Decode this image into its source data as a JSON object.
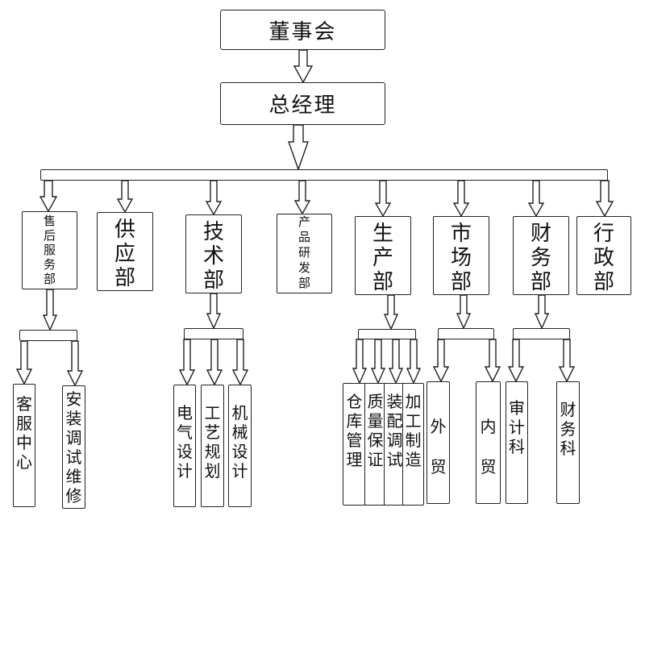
{
  "top": {
    "board": "董事会",
    "gm": "总经理"
  },
  "departments": [
    {
      "label": "售后服务部",
      "children": [
        "客服中心",
        "安装调试维修"
      ]
    },
    {
      "label": "供应部",
      "children": []
    },
    {
      "label": "技术部",
      "children": [
        "电气设计",
        "工艺规划",
        "机械设计"
      ]
    },
    {
      "label": "产品研发部",
      "children": []
    },
    {
      "label": "生产部",
      "children": [
        "仓库管理",
        "质量保证",
        "装配调试",
        "加工制造"
      ]
    },
    {
      "label": "市场部",
      "children": [
        "外贸",
        "内贸"
      ]
    },
    {
      "label": "财务部",
      "children": [
        "审计科",
        "财务科"
      ]
    },
    {
      "label": "行政部",
      "children": []
    }
  ]
}
